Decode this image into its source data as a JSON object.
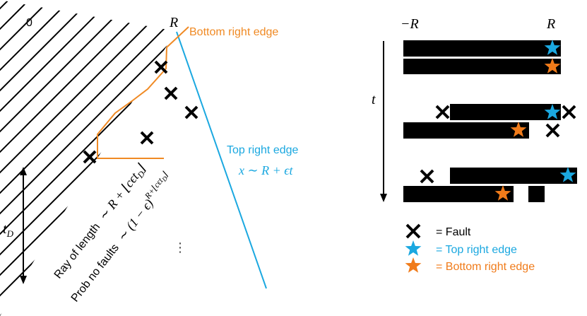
{
  "left_panel": {
    "label_zero": "0",
    "label_R": "R",
    "bottom_right_edge_label": "Bottom right edge",
    "top_right_edge_label": "Top right edge",
    "top_right_edge_formula": "x ∼ R + ϵt",
    "t_D_label": "t",
    "t_D_subscript": "D",
    "ray_length_text": "Ray of length",
    "ray_length_formula": "∼ R + ⌊cϵt",
    "ray_length_formula_sub": "D",
    "ray_length_formula_end": "⌋",
    "prob_text": "Prob no faults",
    "prob_formula": "∼ (1 − ϵ)",
    "prob_exponent": "R+⌊cϵt",
    "prob_exponent_sub": "D",
    "prob_exponent_end": "⌋",
    "ellipsis": "⋮",
    "colors": {
      "hatch": "#000000",
      "bottom_edge": "#f08a24",
      "top_edge": "#1ba8e0"
    }
  },
  "right_panel": {
    "label_minus_R": "−R",
    "label_R": "R",
    "label_t": "t"
  },
  "legend": {
    "fault_label": "= Fault",
    "top_right_edge_label": "= Top right edge",
    "bottom_right_edge_label": "= Bottom right edge",
    "colors": {
      "fault": "#000000",
      "top": "#1ba8e0",
      "bottom": "#f07b1a"
    }
  }
}
